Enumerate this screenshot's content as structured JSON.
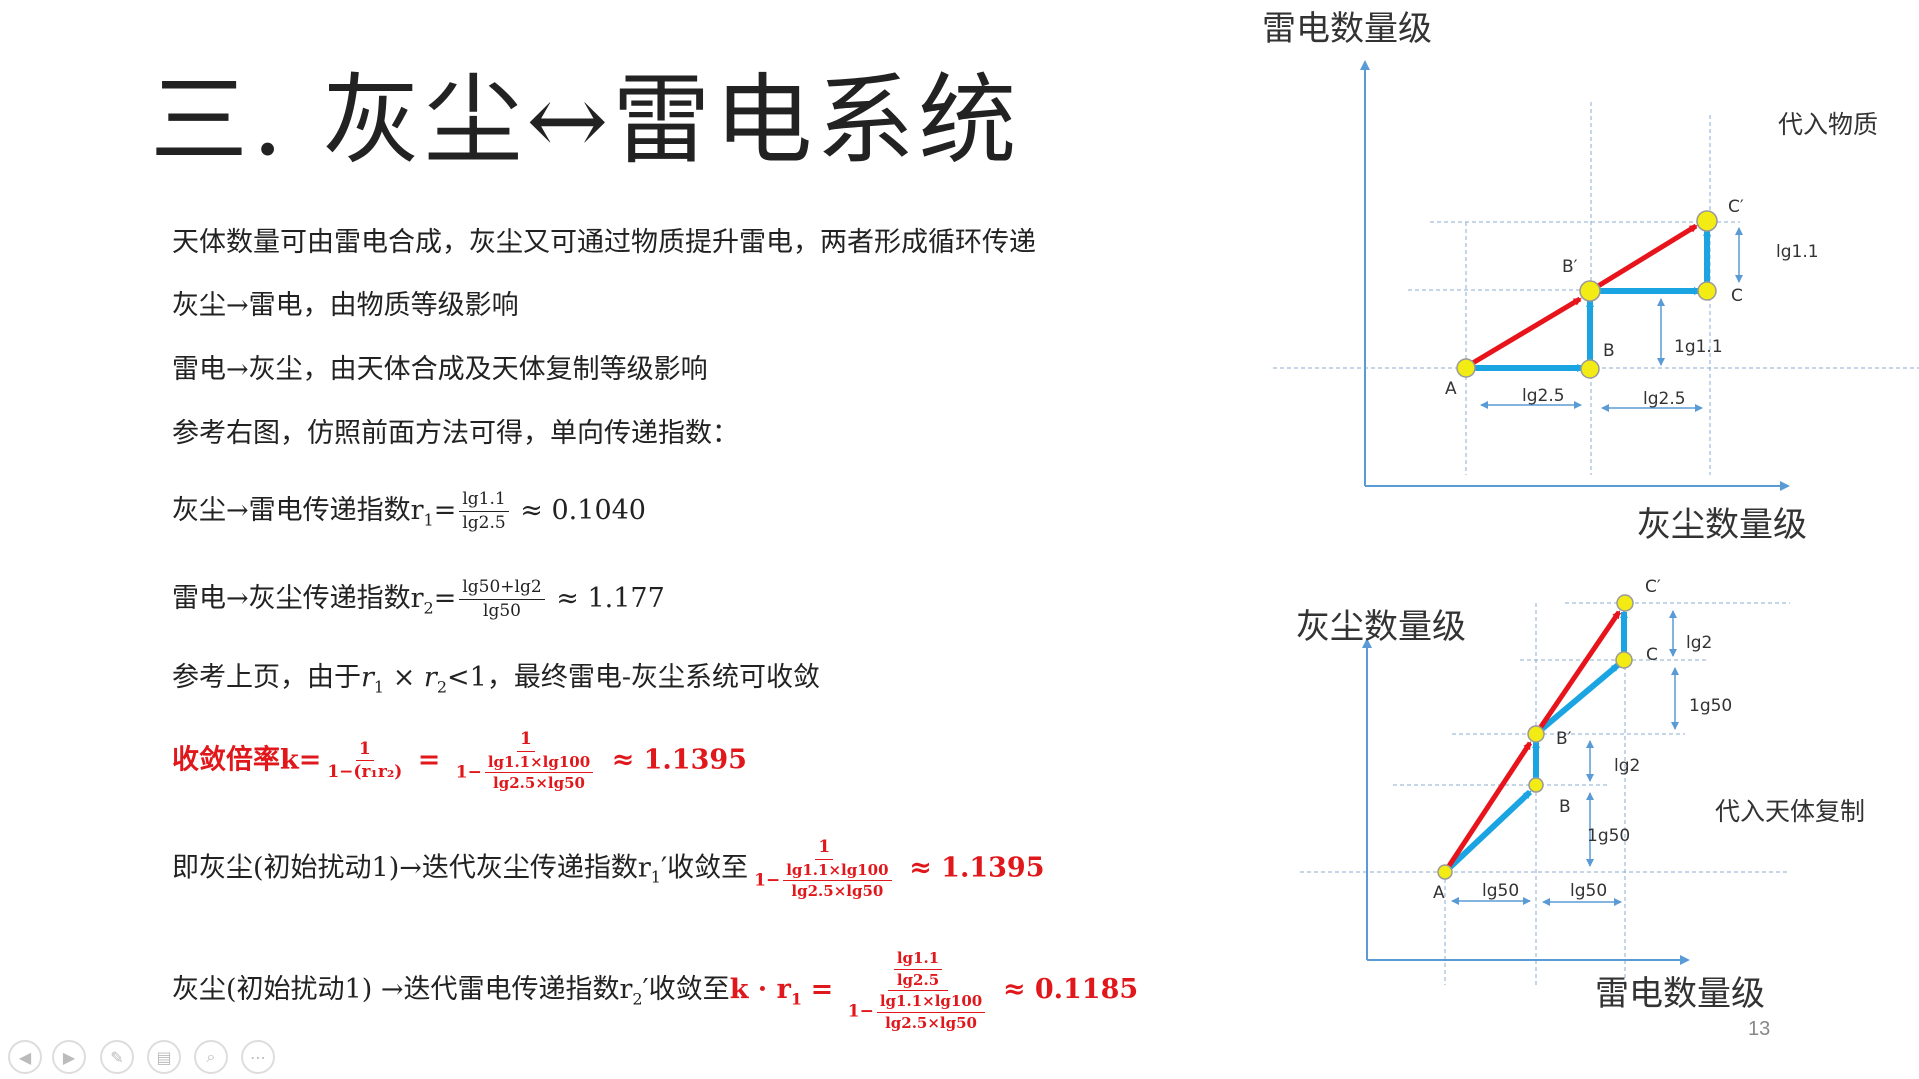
{
  "slide": {
    "title": "三. 灰尘↔雷电系统",
    "page_number": "13"
  },
  "body": {
    "line1": "天体数量可由雷电合成，灰尘又可通过物质提升雷电，两者形成循环传递",
    "line2": "灰尘→雷电，由物质等级影响",
    "line3": "雷电→灰尘，由天体合成及天体复制等级影响",
    "line4": "参考右图，仿照前面方法可得，单向传递指数：",
    "r1": {
      "prefix": "灰尘→雷电传递指数r",
      "sub": "1",
      "eq": "=",
      "num": "lg1.1",
      "den": "lg2.5",
      "approx": "≈ 0.1040"
    },
    "r2": {
      "prefix": "雷电→灰尘传递指数r",
      "sub": "2",
      "eq": "=",
      "num": "lg50+lg2",
      "den": "lg50",
      "approx": "≈ 1.177"
    },
    "conv": {
      "prefix": "参考上页，由于",
      "r1": "r",
      "s1": "1",
      "times": " × ",
      "r2": "r",
      "s2": "2",
      "suffix": "<1，最终雷电-灰尘系统可收敛"
    },
    "k": {
      "label": "收敛倍率k=",
      "f1_num": "1",
      "f1_den": "1−(r₁r₂)",
      "eq": "=",
      "f2_num": "1",
      "f2_den_prefix": "1−",
      "f2_inner_num": "lg1.1×lg100",
      "f2_inner_den": "lg2.5×lg50",
      "approx": "≈ 1.1395"
    },
    "dust": {
      "prefix": "即灰尘(初始扰动1)→迭代灰尘传递指数r",
      "sub": "1",
      "suffix": "′收敛至",
      "num": "1",
      "den_prefix": "1−",
      "inner_num": "lg1.1×lg100",
      "inner_den": "lg2.5×lg50",
      "approx": "≈ 1.1395"
    },
    "thunder": {
      "prefix": "灰尘(初始扰动1) →迭代雷电传递指数r",
      "sub": "2",
      "suffix": "′收敛至",
      "kr": "k · r",
      "kr_sub": "1",
      "eq": "=",
      "top_num": "lg1.1",
      "top_den": "lg2.5",
      "den_prefix": "1−",
      "inner_num": "lg1.1×lg100",
      "inner_den": "lg2.5×lg50",
      "approx": "≈ 0.1185"
    }
  },
  "diagram1": {
    "y_axis_label": "雷电数量级",
    "x_axis_label": "灰尘数量级",
    "note": "代入物质",
    "points": {
      "A": "A",
      "B": "B",
      "Bp": "B′",
      "C": "C",
      "Cp": "C′"
    },
    "dims": {
      "x1": "lg2.5",
      "x2": "lg2.5",
      "y1": "1g1.1",
      "y2": "lg1.1"
    }
  },
  "diagram2": {
    "y_axis_label": "灰尘数量级",
    "x_axis_label": "雷电数量级",
    "note": "代入天体复制",
    "points": {
      "A": "A",
      "B": "B",
      "Bp": "B′",
      "C": "C",
      "Cp": "C′"
    },
    "dims": {
      "x1": "lg50",
      "x2": "lg50",
      "y1": "1g50",
      "y2": "lg2",
      "y3": "1g50",
      "y4": "lg2"
    }
  },
  "colors": {
    "red_arrow": "#e8141b",
    "blue_arrow": "#1aa5e2",
    "axis": "#5b9bd5",
    "node_fill": "#f3ec14",
    "highlight": "#e0171b"
  },
  "nav_icons": [
    "prev-icon",
    "next-icon",
    "pen-icon",
    "slides-icon",
    "zoom-icon",
    "more-icon"
  ]
}
